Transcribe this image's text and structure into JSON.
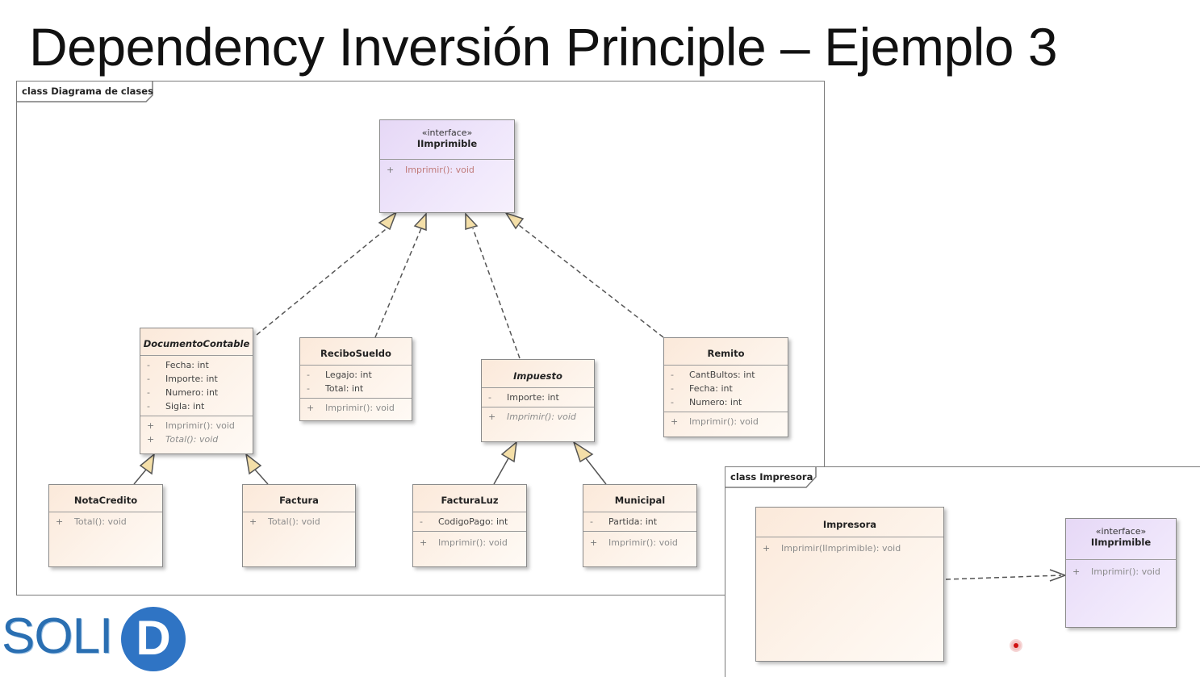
{
  "title": "Dependency Inversión Principle – Ejemplo 3",
  "frames": {
    "main": {
      "label": "class Diagrama de clases"
    },
    "impresora": {
      "label": "class Impresora"
    }
  },
  "classes": {
    "iimprimible": {
      "stereotype": "«interface»",
      "name": "IImprimible",
      "operations": [
        {
          "vis": "+",
          "text": "Imprimir(): void"
        }
      ]
    },
    "documento_contable": {
      "name": "DocumentoContable",
      "attributes": [
        {
          "vis": "-",
          "text": "Fecha: int"
        },
        {
          "vis": "-",
          "text": "Importe: int"
        },
        {
          "vis": "-",
          "text": "Numero: int"
        },
        {
          "vis": "-",
          "text": "Sigla: int"
        }
      ],
      "operations": [
        {
          "vis": "+",
          "text": "Imprimir(): void"
        },
        {
          "vis": "+",
          "text": "Total(): void"
        }
      ]
    },
    "recibo_sueldo": {
      "name": "ReciboSueldo",
      "attributes": [
        {
          "vis": "-",
          "text": "Legajo: int"
        },
        {
          "vis": "-",
          "text": "Total: int"
        }
      ],
      "operations": [
        {
          "vis": "+",
          "text": "Imprimir(): void"
        }
      ]
    },
    "impuesto": {
      "name": "Impuesto",
      "attributes": [
        {
          "vis": "-",
          "text": "Importe: int"
        }
      ],
      "operations": [
        {
          "vis": "+",
          "text": "Imprimir(): void"
        }
      ]
    },
    "remito": {
      "name": "Remito",
      "attributes": [
        {
          "vis": "-",
          "text": "CantBultos: int"
        },
        {
          "vis": "-",
          "text": "Fecha: int"
        },
        {
          "vis": "-",
          "text": "Numero: int"
        }
      ],
      "operations": [
        {
          "vis": "+",
          "text": "Imprimir(): void"
        }
      ]
    },
    "nota_credito": {
      "name": "NotaCredito",
      "operations": [
        {
          "vis": "+",
          "text": "Total(): void"
        }
      ]
    },
    "factura": {
      "name": "Factura",
      "operations": [
        {
          "vis": "+",
          "text": "Total(): void"
        }
      ]
    },
    "factura_luz": {
      "name": "FacturaLuz",
      "attributes": [
        {
          "vis": "-",
          "text": "CodigoPago: int"
        }
      ],
      "operations": [
        {
          "vis": "+",
          "text": "Imprimir(): void"
        }
      ]
    },
    "municipal": {
      "name": "Municipal",
      "attributes": [
        {
          "vis": "-",
          "text": "Partida: int"
        }
      ],
      "operations": [
        {
          "vis": "+",
          "text": "Imprimir(): void"
        }
      ]
    },
    "impresora": {
      "name": "Impresora",
      "operations": [
        {
          "vis": "+",
          "text": "Imprimir(IImprimible): void"
        }
      ]
    },
    "iimprimible_2": {
      "stereotype": "«interface»",
      "name": "IImprimible",
      "operations": [
        {
          "vis": "+",
          "text": "Imprimir(): void"
        }
      ]
    }
  },
  "logo": {
    "text": "SOLI",
    "letter": "D"
  },
  "colors": {
    "interface_fill": "#e6d8f6",
    "class_fill": "#fbe9da",
    "logo_blue": "#2f74c4",
    "cursor_red": "#d01010"
  }
}
